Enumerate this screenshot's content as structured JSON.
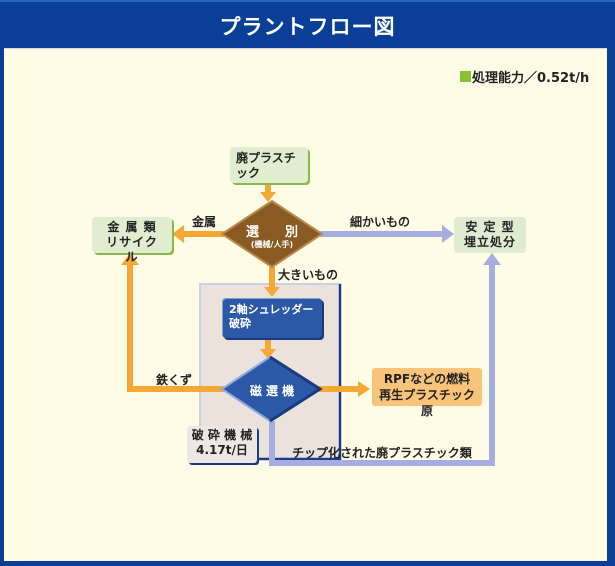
{
  "header": {
    "title": "プラントフロー図"
  },
  "capacity": {
    "text": "処理能力／0.52t/h",
    "legend_color": "#86c232"
  },
  "nodes": {
    "source": "廃プラスチック",
    "sorting": {
      "main": "選　　別",
      "sub": "(機械/人手)"
    },
    "metal_recycle": {
      "line1": "金 属 類",
      "line2": "リサイクル"
    },
    "landfill": {
      "line1": "安 定 型",
      "line2": "埋立処分"
    },
    "shredder": "2軸シュレッダー破砕",
    "magnetic": "磁 選 機",
    "rpf": {
      "line1": "RPFなどの燃料",
      "line2": "再生プラスチック原"
    },
    "crusher": {
      "line1": "破 砕 機 械",
      "line2": "4.17t/日"
    }
  },
  "edges": {
    "metal": "金属",
    "fine": "細かいもの",
    "large": "大きいもの",
    "iron": "鉄くず",
    "chips": "チップ化された廃プラスチック類"
  },
  "colors": {
    "orange": "#f5a834",
    "lavender": "#a6ade0",
    "brown": "#8a5a22",
    "blue": "#2c58a8",
    "navy": "#0a3f98"
  }
}
